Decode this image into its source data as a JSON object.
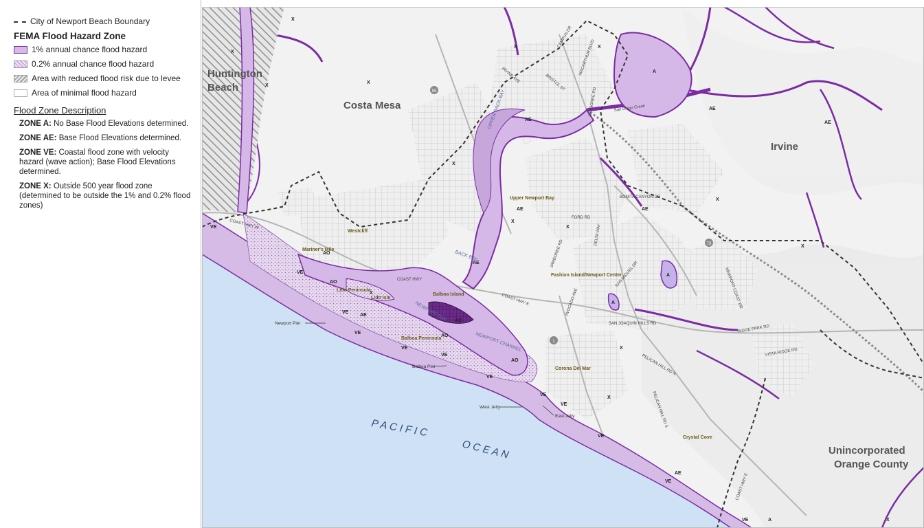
{
  "legend": {
    "boundary_label": "City of Newport Beach Boundary",
    "fema_title": "FEMA Flood Hazard Zone",
    "zones_key": [
      {
        "label": "1% annual chance flood hazard"
      },
      {
        "label": "0.2% annual chance flood hazard"
      },
      {
        "label": "Area with reduced flood risk due to levee"
      },
      {
        "label": "Area of minimal flood hazard"
      }
    ],
    "description_title": "Flood Zone Description",
    "descriptions": [
      {
        "code": "ZONE A:",
        "text": "No Base Flood Elevations determined."
      },
      {
        "code": "ZONE AE:",
        "text": "Base Flood Elevations determined."
      },
      {
        "code": "ZONE VE:",
        "text": "Coastal flood zone with velocity hazard (wave action); Base Flood Elevations determined."
      },
      {
        "code": "ZONE X:",
        "text": "Outside 500 year flood zone (determined to be outside the 1% and 0.2% flood zones)"
      }
    ]
  },
  "map": {
    "places": {
      "huntington": "Huntington",
      "beach": "Beach",
      "costa_mesa": "Costa Mesa",
      "irvine": "Irvine",
      "unincorporated": "Unincorporated",
      "orange_county": "Orange County",
      "pacific": "P A C I F I C",
      "ocean": "O C E A N"
    },
    "features": {
      "newport_pier": "Newport Pier",
      "balboa_pier": "Balboa Pier",
      "west_jetty": "West Jetty",
      "east_jetty": "East Jetty",
      "newport_bay": "NEWPORT BAY",
      "newport_channel": "NEWPORT CHANNEL",
      "upper_back_bay": "UPPER BACK BAY",
      "back_bay": "BACK BAY"
    },
    "neighborhoods": {
      "westcliff": "Westcliff",
      "mariners_mile": "Mariner's Mile",
      "lido_peninsula": "Lido Peninsula",
      "lido_isle": "Lido Isle",
      "balboa_island": "Balboa Island",
      "balboa_peninsula": "Balboa Peninsula",
      "upper_newport_bay": "Upper Newport Bay",
      "fashion_island": "Fashion Island/Newport Center",
      "corona_del_mar": "Corona Del Mar",
      "crystal_cove": "Crystal Cove"
    },
    "roads": {
      "campus": "CAMPUS DR",
      "macarthur": "MACARTHUR BLVD",
      "bristol": "BRISTOL ST",
      "irvine_ave": "IRVINE AVE",
      "jamboree": "JAMBOREE RD",
      "coast_hwy": "COAST HWY",
      "coast_hwy_e": "COAST HWY E",
      "coast_hwy_w": "COAST HWY W",
      "ford": "FORD RD",
      "bonita": "BONITA CANYON DR",
      "san_joaquin": "SAN JOAQUIN HILLS RD",
      "san_miguel": "SAN MIGUEL DR",
      "avocado": "AVOCADO AVE",
      "newport_coast": "NEWPORT COAST DR",
      "ridge_park": "RIDGE PARK RD",
      "vista_ridge": "VISTA RIDGE RD",
      "pelican_hill": "PELICAN HILL RD N",
      "pelican_hill_s": "PELICAN HILL RD S",
      "san_diego_creek": "San Diego Creek",
      "delta": "DELTA WAY"
    },
    "zone_labels": {
      "a": "A",
      "ae": "AE",
      "ve": "VE",
      "x": "X",
      "ao": "AO"
    },
    "shields": {
      "r55": "55",
      "r73": "73",
      "r1": "1"
    }
  },
  "colors": {
    "land": "#f3f3f3",
    "ocean": "#cfe2f5",
    "flood_fill": "#d6b8e8",
    "flood_stroke": "#7b2ca2",
    "boundary": "#333333"
  }
}
